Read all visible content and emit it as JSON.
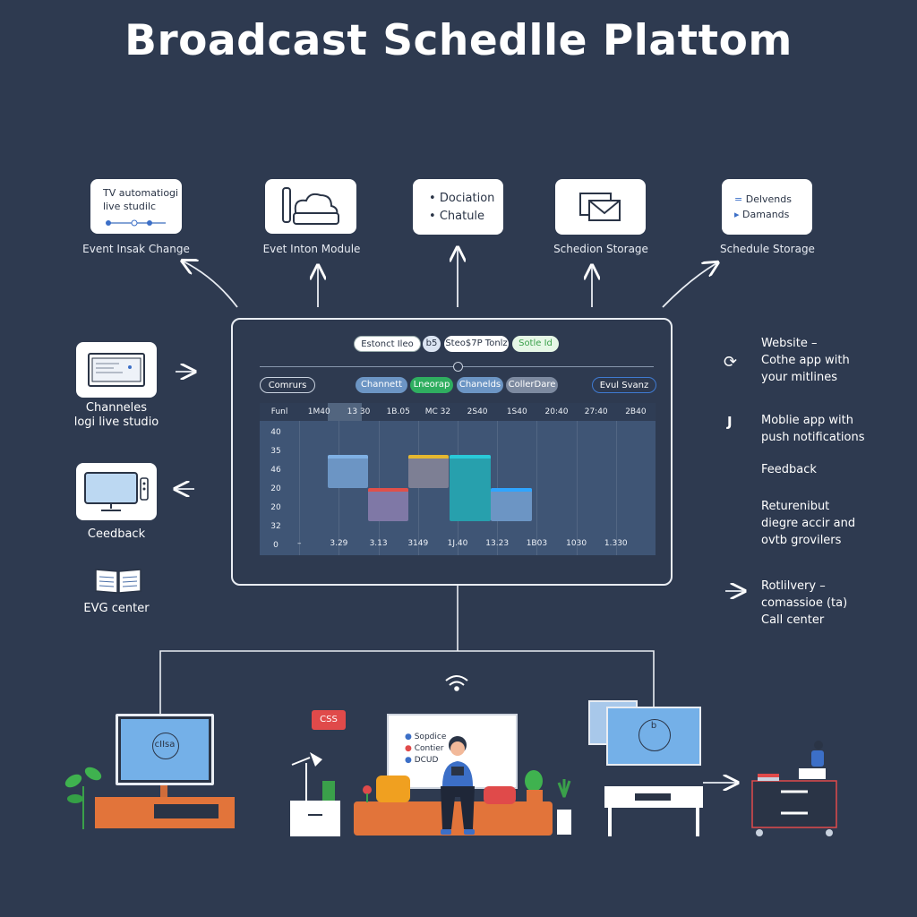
{
  "title": "Broadcast Schedlle Plattom",
  "top_cards": [
    {
      "lines": [
        "TV automatiogi",
        "live studilc"
      ],
      "label": "Event Insak Change"
    },
    {
      "lines": [],
      "label": "Evet Inton Module"
    },
    {
      "lines": [
        "Dociation",
        "Chatule"
      ],
      "label": ""
    },
    {
      "lines": [],
      "label": "Schedion Storage"
    },
    {
      "lines": [
        "Delvends",
        "Damands"
      ],
      "label": "Schedule Storage"
    }
  ],
  "left_items": [
    {
      "label": "Channeles\nlogi live studio",
      "icon": "monitor-window-icon"
    },
    {
      "label": "Ceedback",
      "icon": "tv-icon"
    },
    {
      "label": "EVG center",
      "icon": "open-book-icon"
    }
  ],
  "right_items": [
    {
      "text": "Website –\nCothe app with\nyour mitlines",
      "icon": "sync-icon"
    },
    {
      "text": "Moblie app with\npush notifications",
      "icon": "j-icon"
    },
    {
      "text": "Feedback",
      "icon": ""
    },
    {
      "text": "Returenibut\ndiegre accir and\novtb grovilers",
      "icon": ""
    },
    {
      "text": "Rotlilvery –\ncomassioe (ta)\nCall center",
      "icon": "arrow-right-icon"
    }
  ],
  "dashboard": {
    "top_pills": [
      "Estonct Ileo",
      "b5",
      "Steo$7P Tonlz",
      "Sotle Id"
    ],
    "filter_left": "Comrurs",
    "filter_pills": [
      "Channett",
      "Lneorap",
      "Chanelds",
      "CollerDare"
    ],
    "filter_right": "Evul Svanz",
    "columns": [
      "Funl",
      "1M40",
      "13 30",
      "1B.05",
      "MC 32",
      "2S40",
      "1S40",
      "20:40",
      "27:40",
      "2B40"
    ],
    "rows": [
      "40",
      "35",
      "46",
      "20",
      "20",
      "32",
      "0"
    ],
    "footer": [
      "–",
      "3.29",
      "3.13",
      "3149",
      "1J.40",
      "13.23",
      "1B03",
      "1030",
      "1.330"
    ],
    "event_colors": [
      "#6c95c4",
      "#7d7f94",
      "#7f78a6",
      "#27a0ad",
      "#6c95c4"
    ]
  },
  "bottom": {
    "tv_left_text": "cIIsa",
    "price_tag": "CSS",
    "screen_lines": [
      "Sopdice",
      "Contier",
      "DCUD"
    ],
    "monitor_right_text": "b"
  }
}
